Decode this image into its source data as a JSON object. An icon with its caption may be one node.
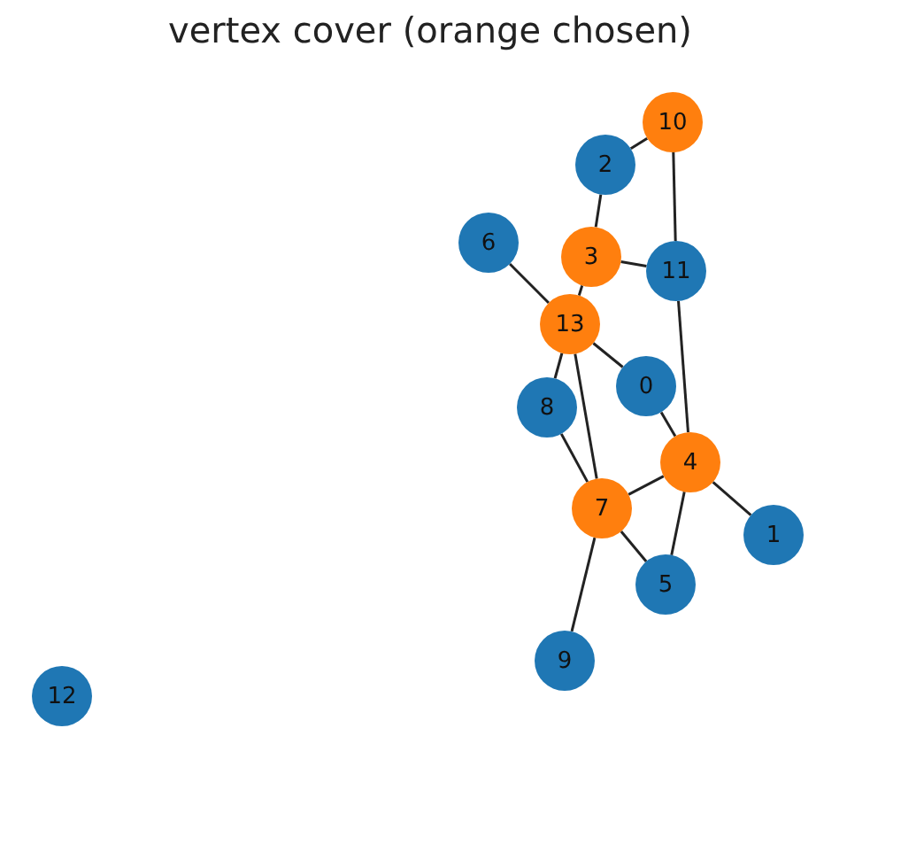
{
  "diagram": {
    "title": "vertex cover (orange chosen)",
    "nodes": [
      {
        "text": [
          "10"
        ]
      },
      {
        "text": [
          "2"
        ]
      },
      {
        "text": [
          "6"
        ]
      },
      {
        "text": [
          "3"
        ]
      },
      {
        "text": [
          "11"
        ]
      },
      {
        "text": [
          "13"
        ]
      },
      {
        "text": [
          "0"
        ]
      },
      {
        "text": [
          "8"
        ]
      },
      {
        "text": [
          "4"
        ]
      },
      {
        "text": [
          "7"
        ]
      },
      {
        "text": [
          "1"
        ]
      },
      {
        "text": [
          "5"
        ]
      },
      {
        "text": [
          "9"
        ]
      },
      {
        "text": [
          "12"
        ]
      }
    ],
    "edges": [
      {
        "from": 0,
        "to": 1,
        "arrow": "none"
      },
      {
        "from": 0,
        "to": 4,
        "arrow": "none"
      },
      {
        "from": 1,
        "to": 3,
        "arrow": "none"
      },
      {
        "from": 3,
        "to": 4,
        "arrow": "none"
      },
      {
        "from": 3,
        "to": 5,
        "arrow": "none"
      },
      {
        "from": 2,
        "to": 5,
        "arrow": "none"
      },
      {
        "from": 5,
        "to": 6,
        "arrow": "none"
      },
      {
        "from": 5,
        "to": 7,
        "arrow": "none"
      },
      {
        "from": 5,
        "to": 9,
        "arrow": "none"
      },
      {
        "from": 4,
        "to": 8,
        "arrow": "none"
      },
      {
        "from": 6,
        "to": 8,
        "arrow": "none"
      },
      {
        "from": 7,
        "to": 9,
        "arrow": "none"
      },
      {
        "from": 9,
        "to": 8,
        "arrow": "none"
      },
      {
        "from": 8,
        "to": 10,
        "arrow": "none"
      },
      {
        "from": 9,
        "to": 11,
        "arrow": "none"
      },
      {
        "from": 8,
        "to": 11,
        "arrow": "none"
      },
      {
        "from": 9,
        "to": 12,
        "arrow": "none"
      }
    ]
  }
}
